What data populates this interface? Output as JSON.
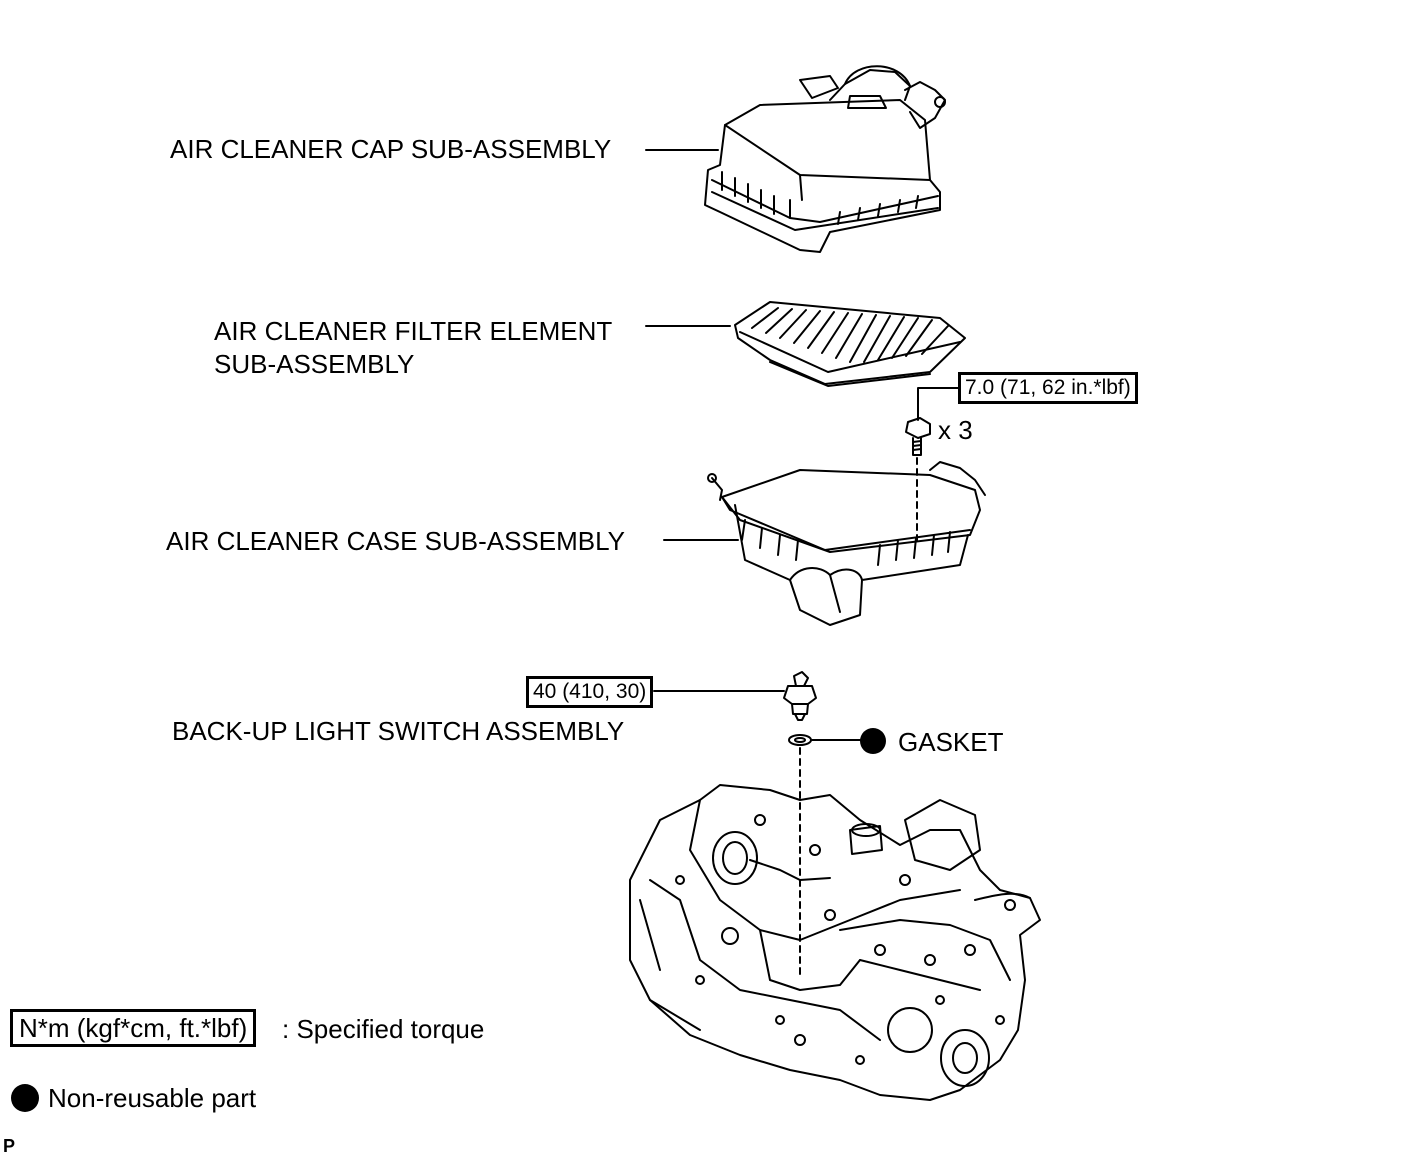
{
  "parts": {
    "cap_label": "AIR CLEANER CAP SUB-ASSEMBLY",
    "filter_label_line1": "AIR CLEANER FILTER ELEMENT",
    "filter_label_line2": "SUB-ASSEMBLY",
    "case_label": "AIR CLEANER CASE SUB-ASSEMBLY",
    "switch_label": "BACK-UP LIGHT SWITCH ASSEMBLY",
    "gasket_label": "GASKET"
  },
  "torque": {
    "bolt_spec": "7.0 (71, 62 in.*lbf)",
    "bolt_qty": "x 3",
    "switch_spec": "40 (410, 30)"
  },
  "legend": {
    "torque_unit": "N*m (kgf*cm, ft.*lbf)",
    "torque_text": ": Specified torque",
    "nonreusable_text": "Non-reusable part"
  },
  "corner_mark": "P"
}
